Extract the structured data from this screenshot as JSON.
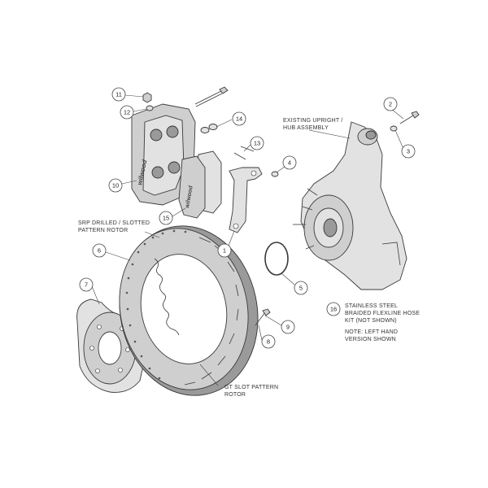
{
  "callouts": [
    {
      "id": "callout-1",
      "n": "1"
    },
    {
      "id": "callout-2",
      "n": "2"
    },
    {
      "id": "callout-3",
      "n": "3"
    },
    {
      "id": "callout-4",
      "n": "4"
    },
    {
      "id": "callout-5",
      "n": "5"
    },
    {
      "id": "callout-6",
      "n": "6"
    },
    {
      "id": "callout-7",
      "n": "7"
    },
    {
      "id": "callout-8",
      "n": "8"
    },
    {
      "id": "callout-9",
      "n": "9"
    },
    {
      "id": "callout-10",
      "n": "10"
    },
    {
      "id": "callout-11",
      "n": "11"
    },
    {
      "id": "callout-12",
      "n": "12"
    },
    {
      "id": "callout-13",
      "n": "13"
    },
    {
      "id": "callout-14",
      "n": "14"
    },
    {
      "id": "callout-15",
      "n": "15"
    },
    {
      "id": "callout-16",
      "n": "16"
    }
  ],
  "labels": {
    "upright_line1": "EXISTING UPRIGHT /",
    "upright_line2": "HUB ASSEMBLY",
    "srp_line1": "SRP DRILLED / SLOTTED",
    "srp_line2": "PATTERN ROTOR",
    "gt_line1": "GT SLOT PATTERN",
    "gt_line2": "ROTOR",
    "hose_line1": "STAINLESS STEEL",
    "hose_line2": "BRAIDED FLEXLINE HOSE",
    "hose_line3": "KIT (NOT SHOWN)",
    "note_line1": "NOTE: LEFT HAND",
    "note_line2": "VERSION SHOWN",
    "brand_caliper": "wilwood",
    "brand_pad": "wilwood"
  }
}
